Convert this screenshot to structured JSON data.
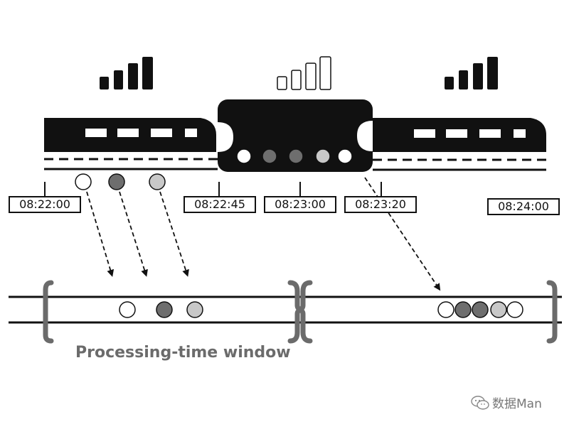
{
  "timestamps": [
    "08:22:00",
    "08:22:45",
    "08:23:00",
    "08:23:20",
    "08:24:00"
  ],
  "caption": "Processing-time window",
  "watermark": "数据Man",
  "colors": {
    "black": "#111111",
    "dark_gray": "#6e6e6e",
    "light_gray": "#c8c8c8",
    "white": "#ffffff",
    "bracket_gray": "#6b6b6b"
  },
  "signal_strength": {
    "left": "full",
    "middle": "none",
    "right": "full"
  },
  "events_emitted": [
    "white",
    "dark_gray",
    "light_gray"
  ],
  "events_in_tunnel": [
    "white",
    "dark_gray",
    "dark_gray",
    "light_gray",
    "white"
  ],
  "window_1_events": [
    "white",
    "dark_gray",
    "light_gray"
  ],
  "window_2_events": [
    "white",
    "dark_gray",
    "dark_gray",
    "light_gray",
    "white"
  ]
}
